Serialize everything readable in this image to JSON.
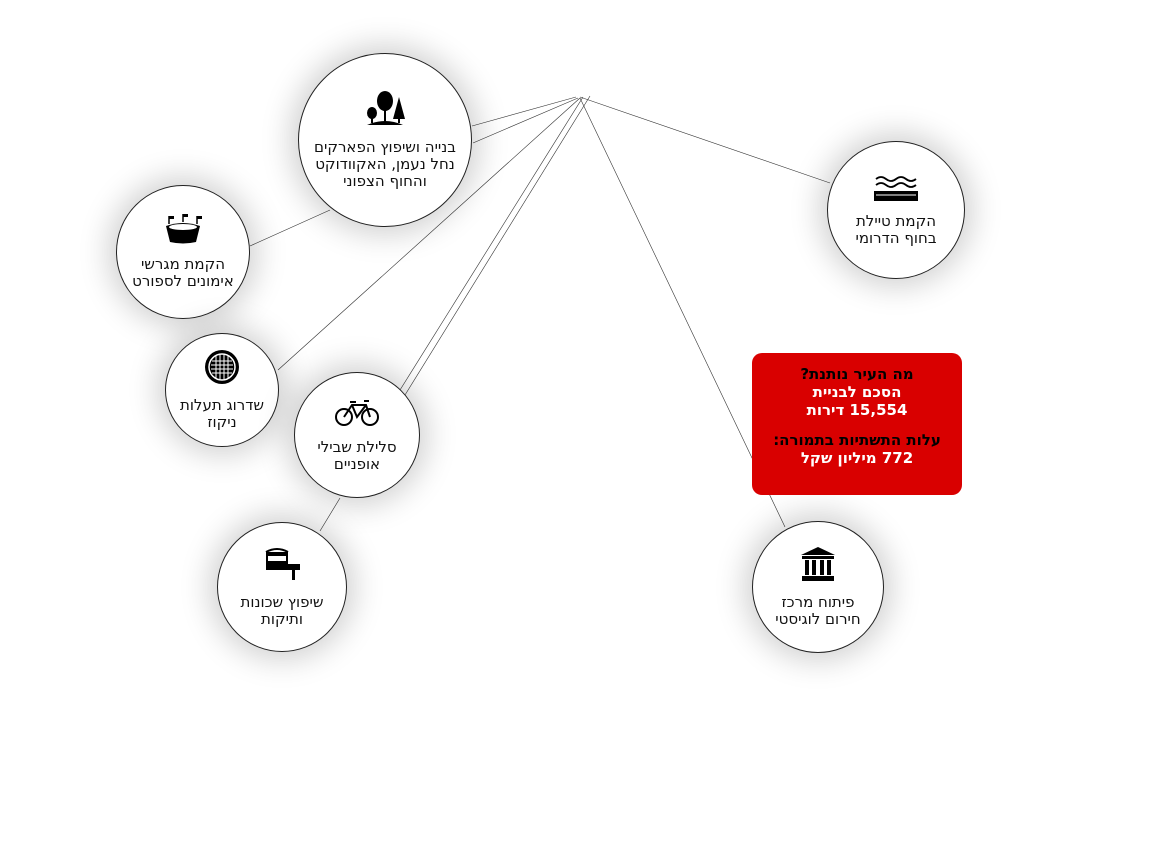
{
  "nodes": [
    {
      "id": "parks",
      "label": "בנייה ושיפוץ הפארקים נחל נעמן, האקוודוקט והחוף הצפוני",
      "icon": "trees-icon"
    },
    {
      "id": "sports",
      "label": "הקמת מגרשי אימונים לספורט",
      "icon": "stadium-icon"
    },
    {
      "id": "drainage",
      "label": "שדרוג תעלות ניקוז",
      "icon": "manhole-icon"
    },
    {
      "id": "bikes",
      "label": "סלילת שבילי אופניים",
      "icon": "bicycle-icon"
    },
    {
      "id": "renovation",
      "label": "שיפוץ שכונות ותיקות",
      "icon": "paint-bucket-roller-icon"
    },
    {
      "id": "promenade",
      "label": "הקמת טיילת בחוף הדרומי",
      "icon": "waves-icon"
    },
    {
      "id": "logistics",
      "label": "פיתוח מרכז חירום לוגיסטי",
      "icon": "building-columns-icon"
    }
  ],
  "summary": {
    "question": "מה העיר נותנת?",
    "line1": "הסכם לבניית",
    "line2": "15,554 דירות",
    "line3": "עלות התשתיות בתמורה:",
    "line4": "772 מיליון שקל"
  },
  "colors": {
    "box": "#d90000"
  }
}
